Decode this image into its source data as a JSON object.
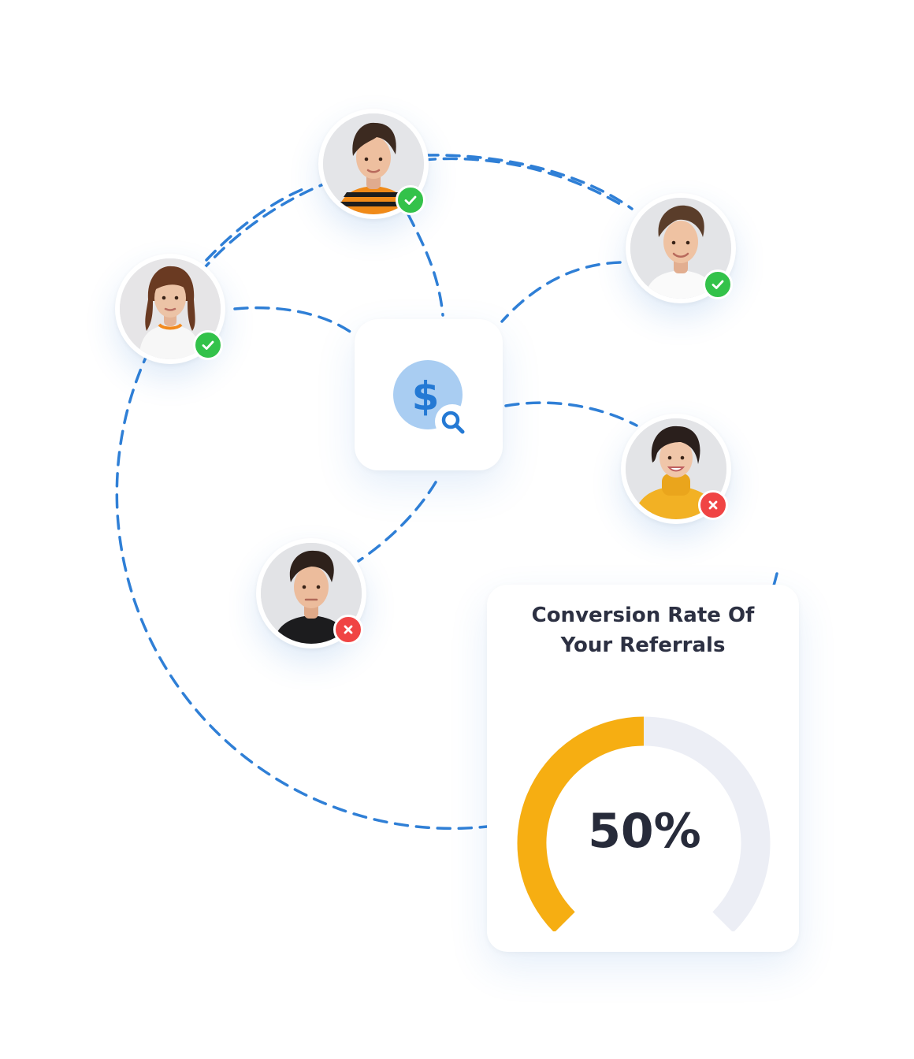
{
  "card": {
    "title_line1": "Conversion Rate Of",
    "title_line2": "Your Referrals",
    "value_label": "50%",
    "progress": 0.5,
    "fill_color": "#f6ae12",
    "track_color": "#eceef5"
  },
  "hub": {
    "icon": "dollar-search-icon"
  },
  "referrals": [
    {
      "status": "converted"
    },
    {
      "status": "converted"
    },
    {
      "status": "converted"
    },
    {
      "status": "not-converted"
    },
    {
      "status": "not-converted"
    }
  ],
  "colors": {
    "connector": "#2f7fd6",
    "success": "#33c24a",
    "fail": "#f04444"
  }
}
